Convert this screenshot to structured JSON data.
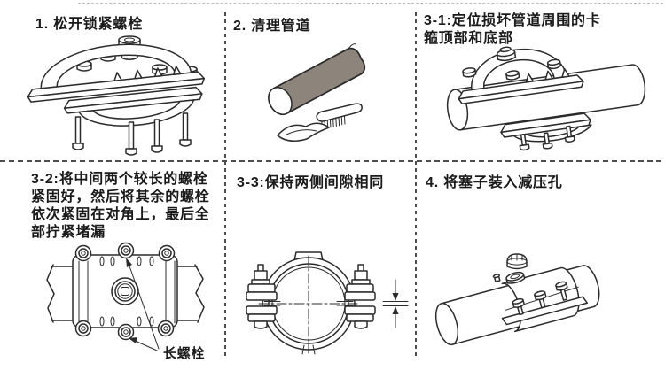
{
  "colors": {
    "line": "#2b2b2b",
    "text": "#1a1a1a",
    "divider": "#4d4d4d",
    "pipe_fill": "#8d857c",
    "background": "#ffffff"
  },
  "panels": [
    {
      "id": "step-1",
      "title": "1. 松开锁紧螺栓",
      "illustration": "exploded-clamp"
    },
    {
      "id": "step-2",
      "title": "2. 清理管道",
      "illustration": "pipe-with-brush-and-cloth"
    },
    {
      "id": "step-3-1",
      "title": "3-1:定位损坏管道周围的卡箍顶部和底部",
      "illustration": "clamp-halves-around-pipe"
    },
    {
      "id": "step-3-2",
      "title": "3-2:将中间两个较长的螺栓紧固好，然后将其余的螺栓依次紧固在对角上，最后全部拧紧堵漏",
      "callout": "长螺栓",
      "illustration": "clamp-top-view-bolt-order"
    },
    {
      "id": "step-3-3",
      "title": "3-3:保持两侧间隙相同",
      "illustration": "clamp-end-view-equal-gaps"
    },
    {
      "id": "step-4",
      "title": "4. 将塞子装入减压孔",
      "illustration": "plug-into-relief-hole"
    }
  ]
}
